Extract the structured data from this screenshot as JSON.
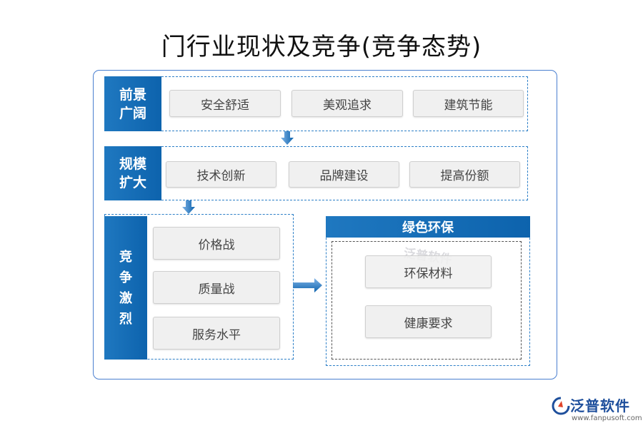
{
  "title": "门行业现状及竞争(竞争态势)",
  "sections": {
    "prospect": {
      "label": "前景\n广阔",
      "items": [
        "安全舒适",
        "美观追求",
        "建筑节能"
      ]
    },
    "scale": {
      "label": "规模\n扩大",
      "items": [
        "技术创新",
        "品牌建设",
        "提高份额"
      ]
    },
    "competition": {
      "label": "竞\n争\n激\n烈",
      "items": [
        "价格战",
        "质量战",
        "服务水平"
      ]
    },
    "green": {
      "label": "绿色环保",
      "items": [
        "环保材料",
        "健康要求"
      ]
    }
  },
  "logo": {
    "name": "泛普软件",
    "url": "www.fanpusoft.com",
    "watermark": "泛普软件"
  },
  "colors": {
    "accent": "#0d63ad",
    "frame": "#4a7fd0"
  }
}
